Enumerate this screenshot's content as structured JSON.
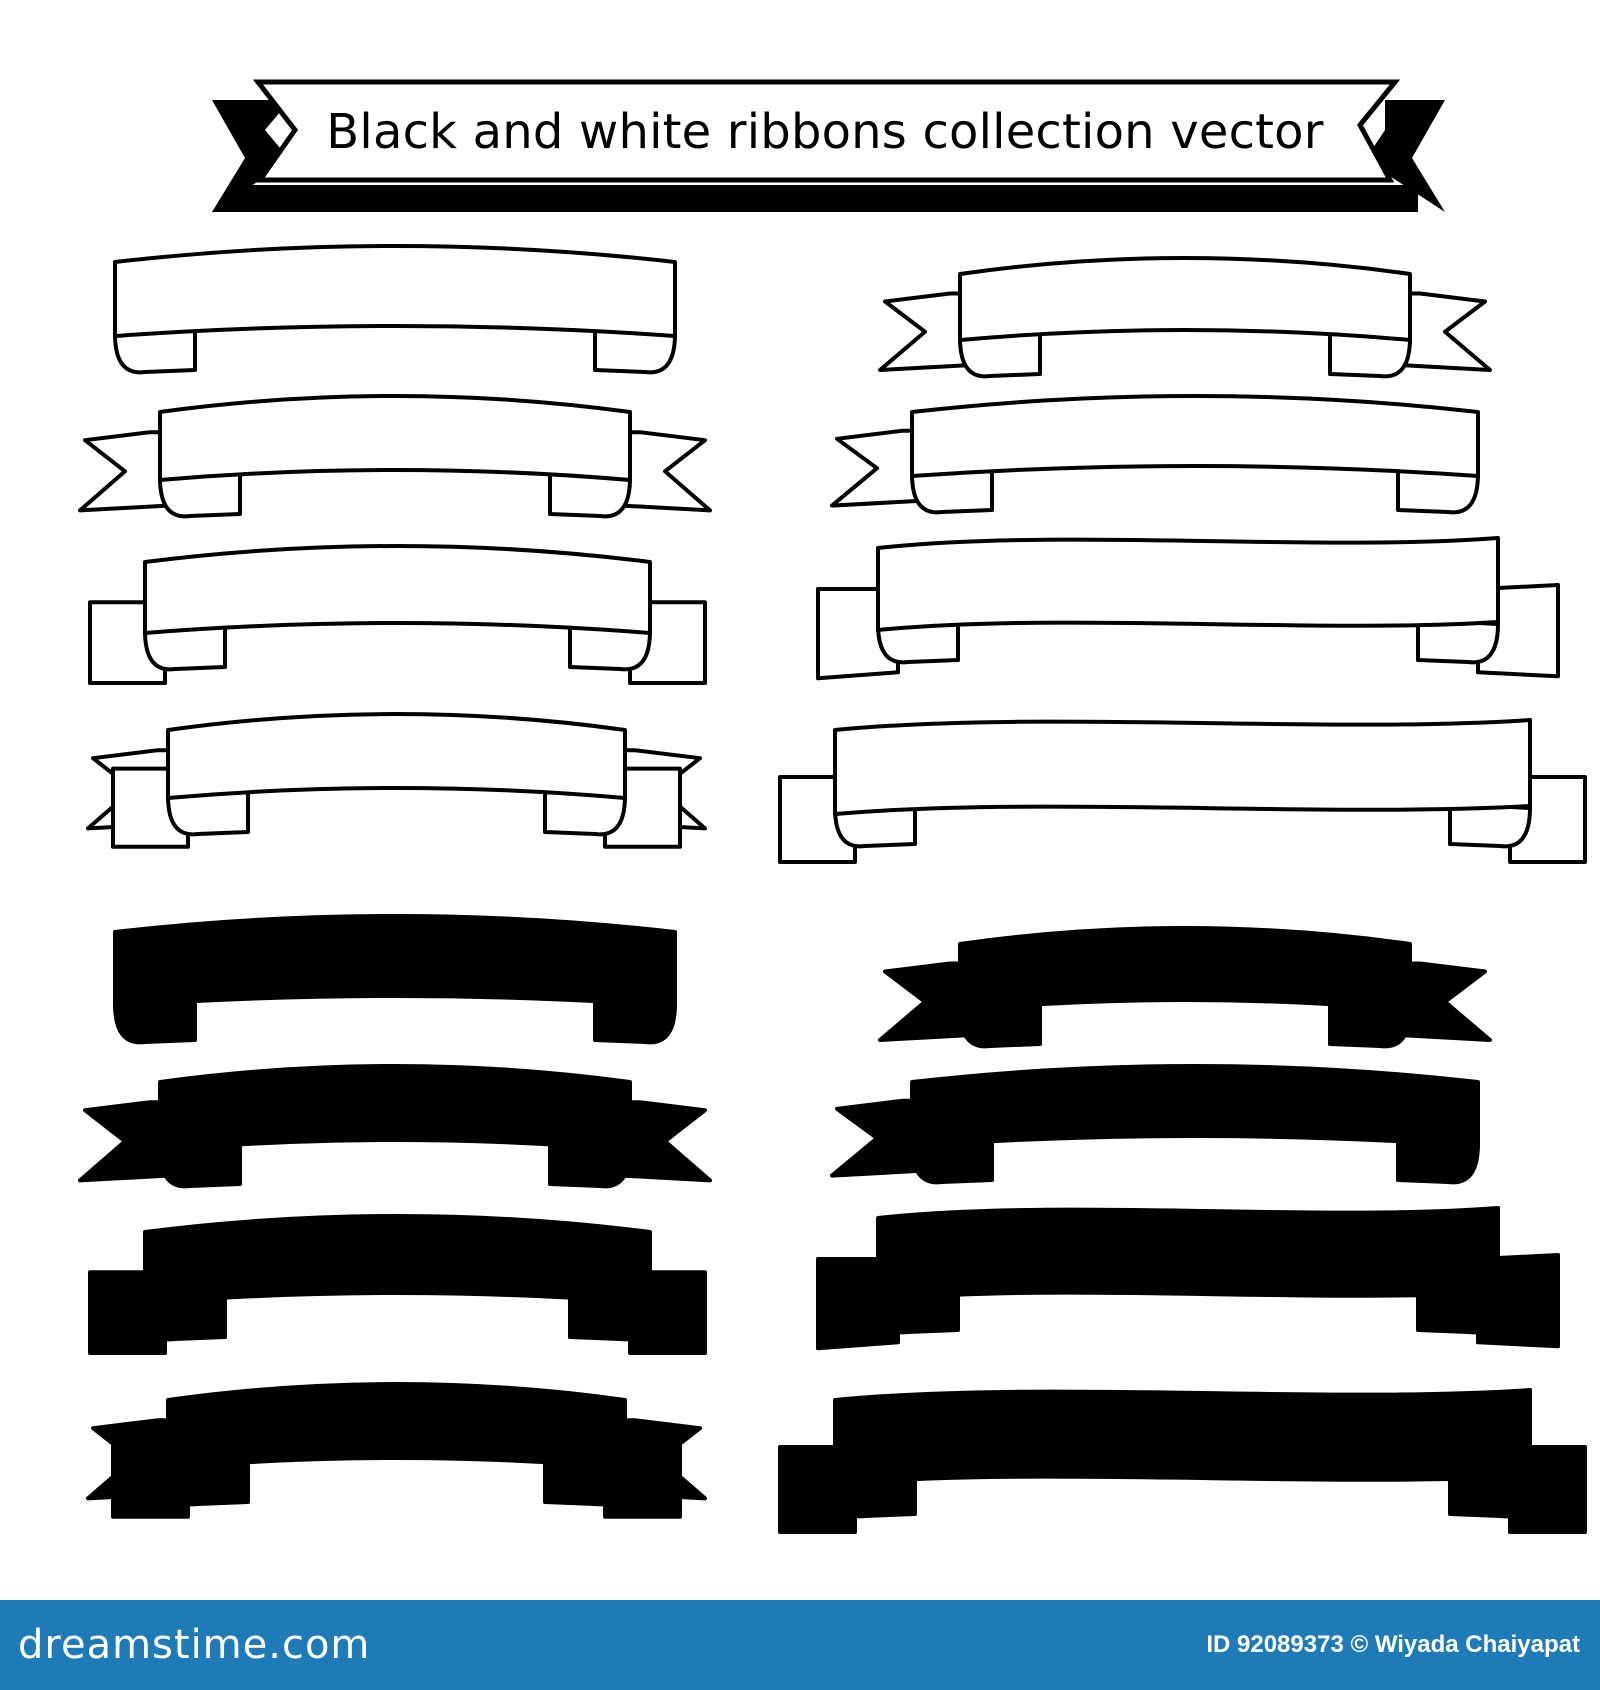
{
  "title": "Black and white ribbons collection vector",
  "colors": {
    "ink": "#000000",
    "paper": "#ffffff",
    "footer_bg": "#1f7ab8"
  },
  "footer": {
    "brand": "dreamstime.com",
    "credit": "ID 92089373 © Wiyada Chaiyapat"
  },
  "ribbon_groups": [
    {
      "style": "outline",
      "count": 8
    },
    {
      "style": "filled",
      "count": 8
    }
  ]
}
